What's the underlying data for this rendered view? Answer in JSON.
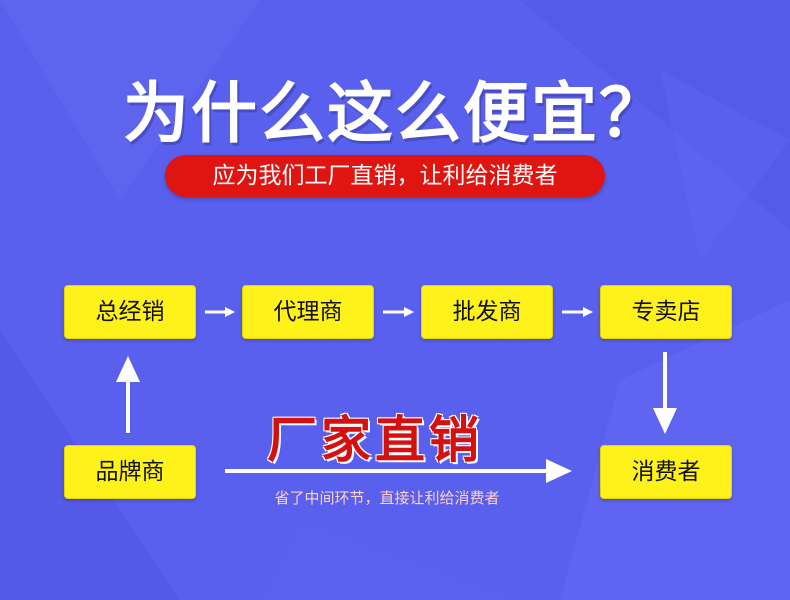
{
  "title": "为什么这么便宜？",
  "subtitle": "应为我们工厂直销，让利给消费者",
  "chain": [
    "总经销",
    "代理商",
    "批发商",
    "专卖店"
  ],
  "brand": "品牌商",
  "consumer": "消费者",
  "factory": {
    "label": "厂家直销",
    "note": "省了中间环节，直接让利给消费者"
  },
  "colors": {
    "background": "#5a60ee",
    "box": "#fef21a",
    "badge": "#e01410",
    "factory_text": "#d60f0f",
    "arrow": "#ffffff"
  }
}
